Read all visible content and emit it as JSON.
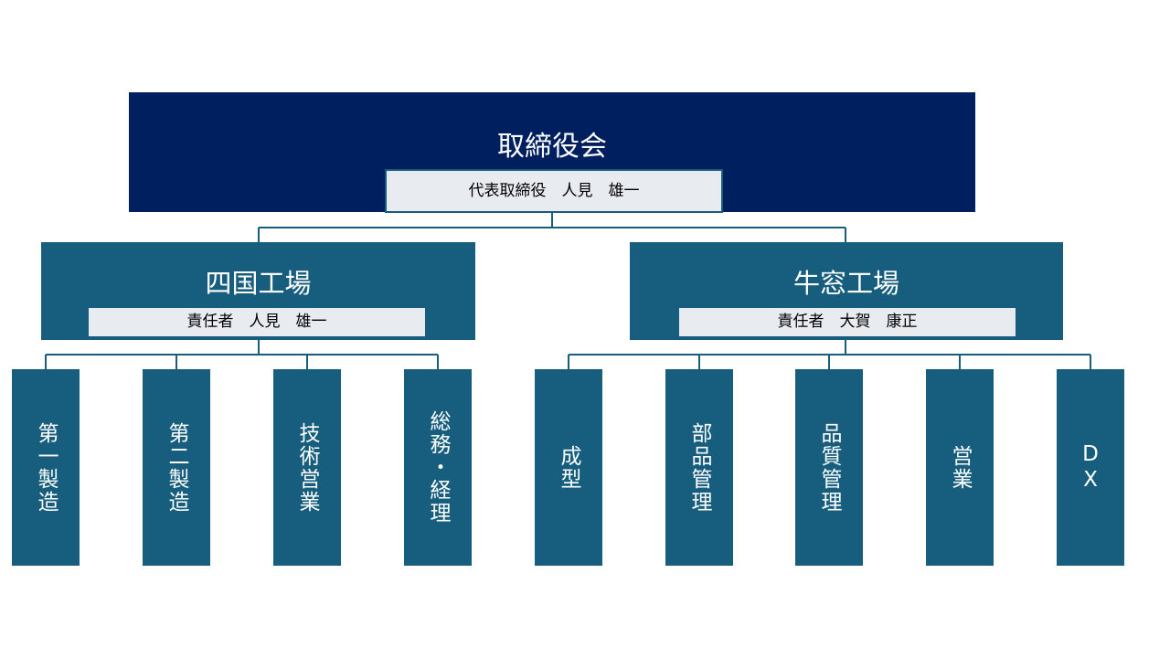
{
  "board": {
    "title": "取締役会",
    "subtitle": "代表取締役　人見　雄一"
  },
  "factories": [
    {
      "name": "四国工場",
      "manager": "責任者　人見　雄一",
      "departments": [
        "第一製造",
        "第二製造",
        "技術営業",
        "総務・経理"
      ]
    },
    {
      "name": "牛窓工場",
      "manager": "責任者　大賀　康正",
      "departments": [
        "成型",
        "部品管理",
        "品質管理",
        "営業",
        "DX"
      ]
    }
  ],
  "colors": {
    "board_bg": "#001f5e",
    "unit_bg": "#175e7e",
    "label_bg": "#e8ecf1",
    "text_light": "#ffffff",
    "text_dark": "#000000",
    "line": "#175e7e"
  }
}
